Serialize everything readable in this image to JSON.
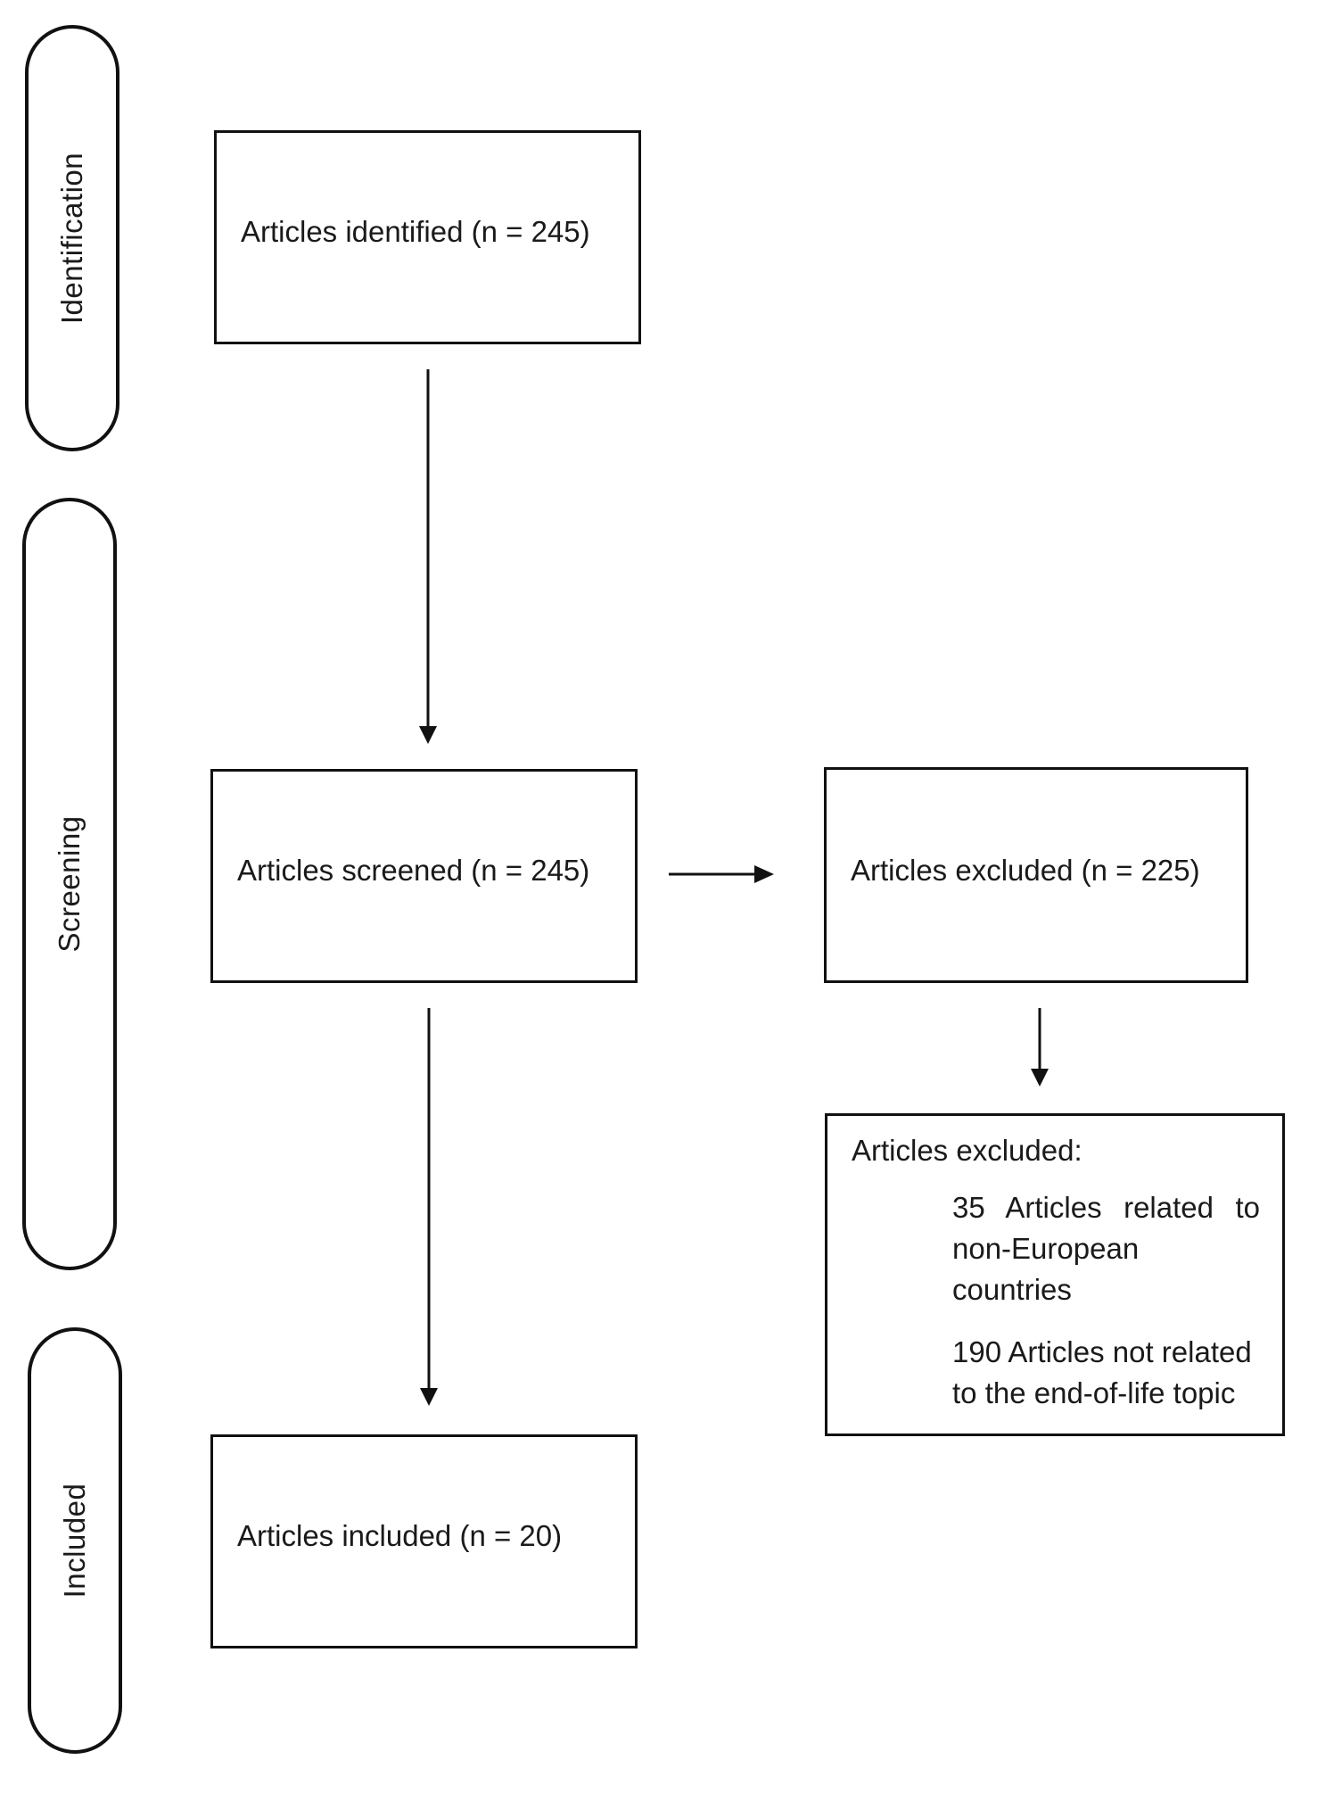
{
  "stages": {
    "identification": "Identification",
    "screening": "Screening",
    "included": "Included"
  },
  "boxes": {
    "identified": "Articles identified (n = 245)",
    "screened": "Articles screened (n = 245)",
    "excluded": "Articles excluded (n = 225)",
    "included": "Articles included (n = 20)"
  },
  "exclusion_details": {
    "title": "Articles excluded:",
    "reasons": [
      "35 Articles related to non-European countries",
      "190 Articles not related to the end-of-life topic"
    ]
  }
}
